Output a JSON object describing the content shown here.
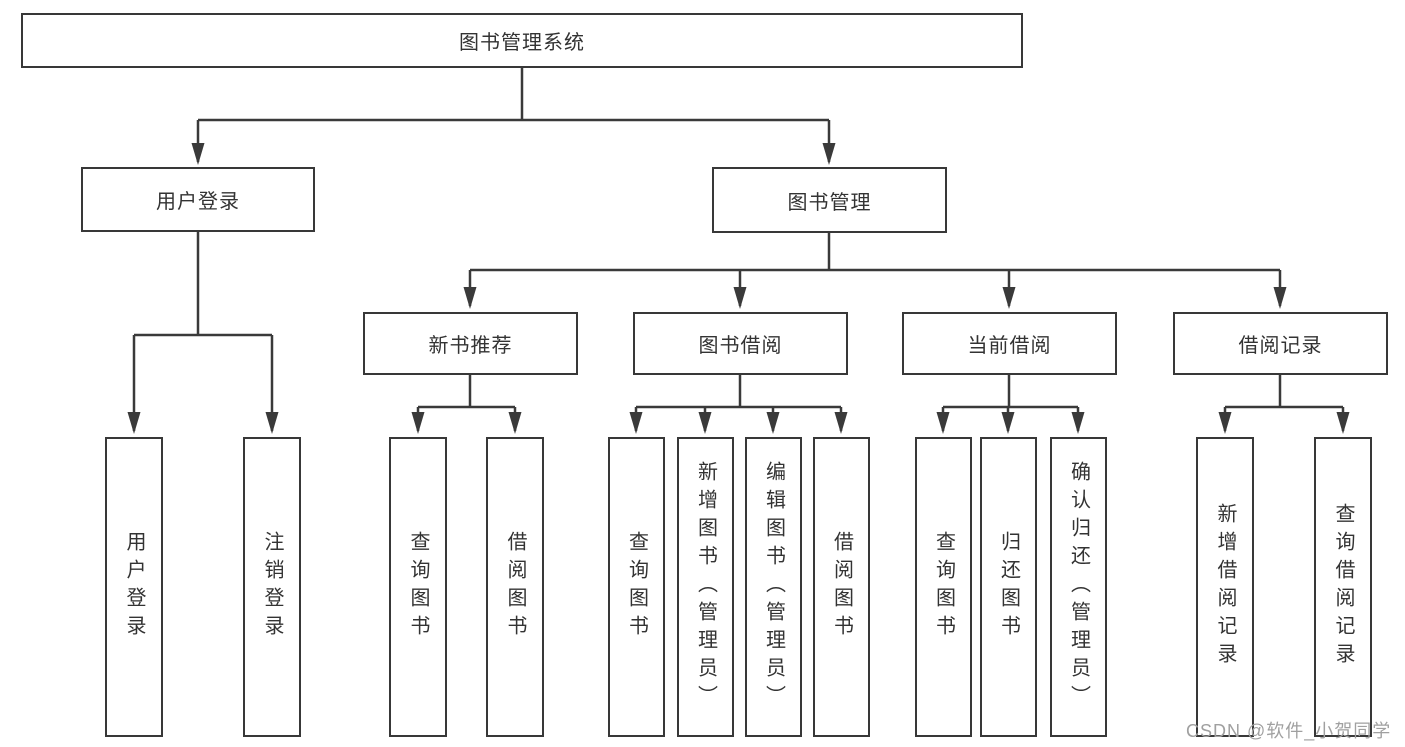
{
  "tree": {
    "root": {
      "label": "图书管理系统"
    },
    "children": [
      {
        "label": "用户登录",
        "children": [
          {
            "label": "用户登录"
          },
          {
            "label": "注销登录"
          }
        ]
      },
      {
        "label": "图书管理",
        "children": [
          {
            "label": "新书推荐",
            "children": [
              {
                "label": "查询图书"
              },
              {
                "label": "借阅图书"
              }
            ]
          },
          {
            "label": "图书借阅",
            "children": [
              {
                "label": "查询图书"
              },
              {
                "label": "新增图书（管理员）"
              },
              {
                "label": "编辑图书（管理员）"
              },
              {
                "label": "借阅图书"
              }
            ]
          },
          {
            "label": "当前借阅",
            "children": [
              {
                "label": "查询图书"
              },
              {
                "label": "归还图书"
              },
              {
                "label": "确认归还（管理员）"
              }
            ]
          },
          {
            "label": "借阅记录",
            "children": [
              {
                "label": "新增借阅记录"
              },
              {
                "label": "查询借阅记录"
              }
            ]
          }
        ]
      }
    ]
  },
  "watermark": {
    "text": "CSDN @软件_小贺同学"
  },
  "colors": {
    "line": "#3a3a3a",
    "border": "#383838",
    "text": "#333333",
    "watermark": "#a0a0a0",
    "background": "#ffffff"
  }
}
